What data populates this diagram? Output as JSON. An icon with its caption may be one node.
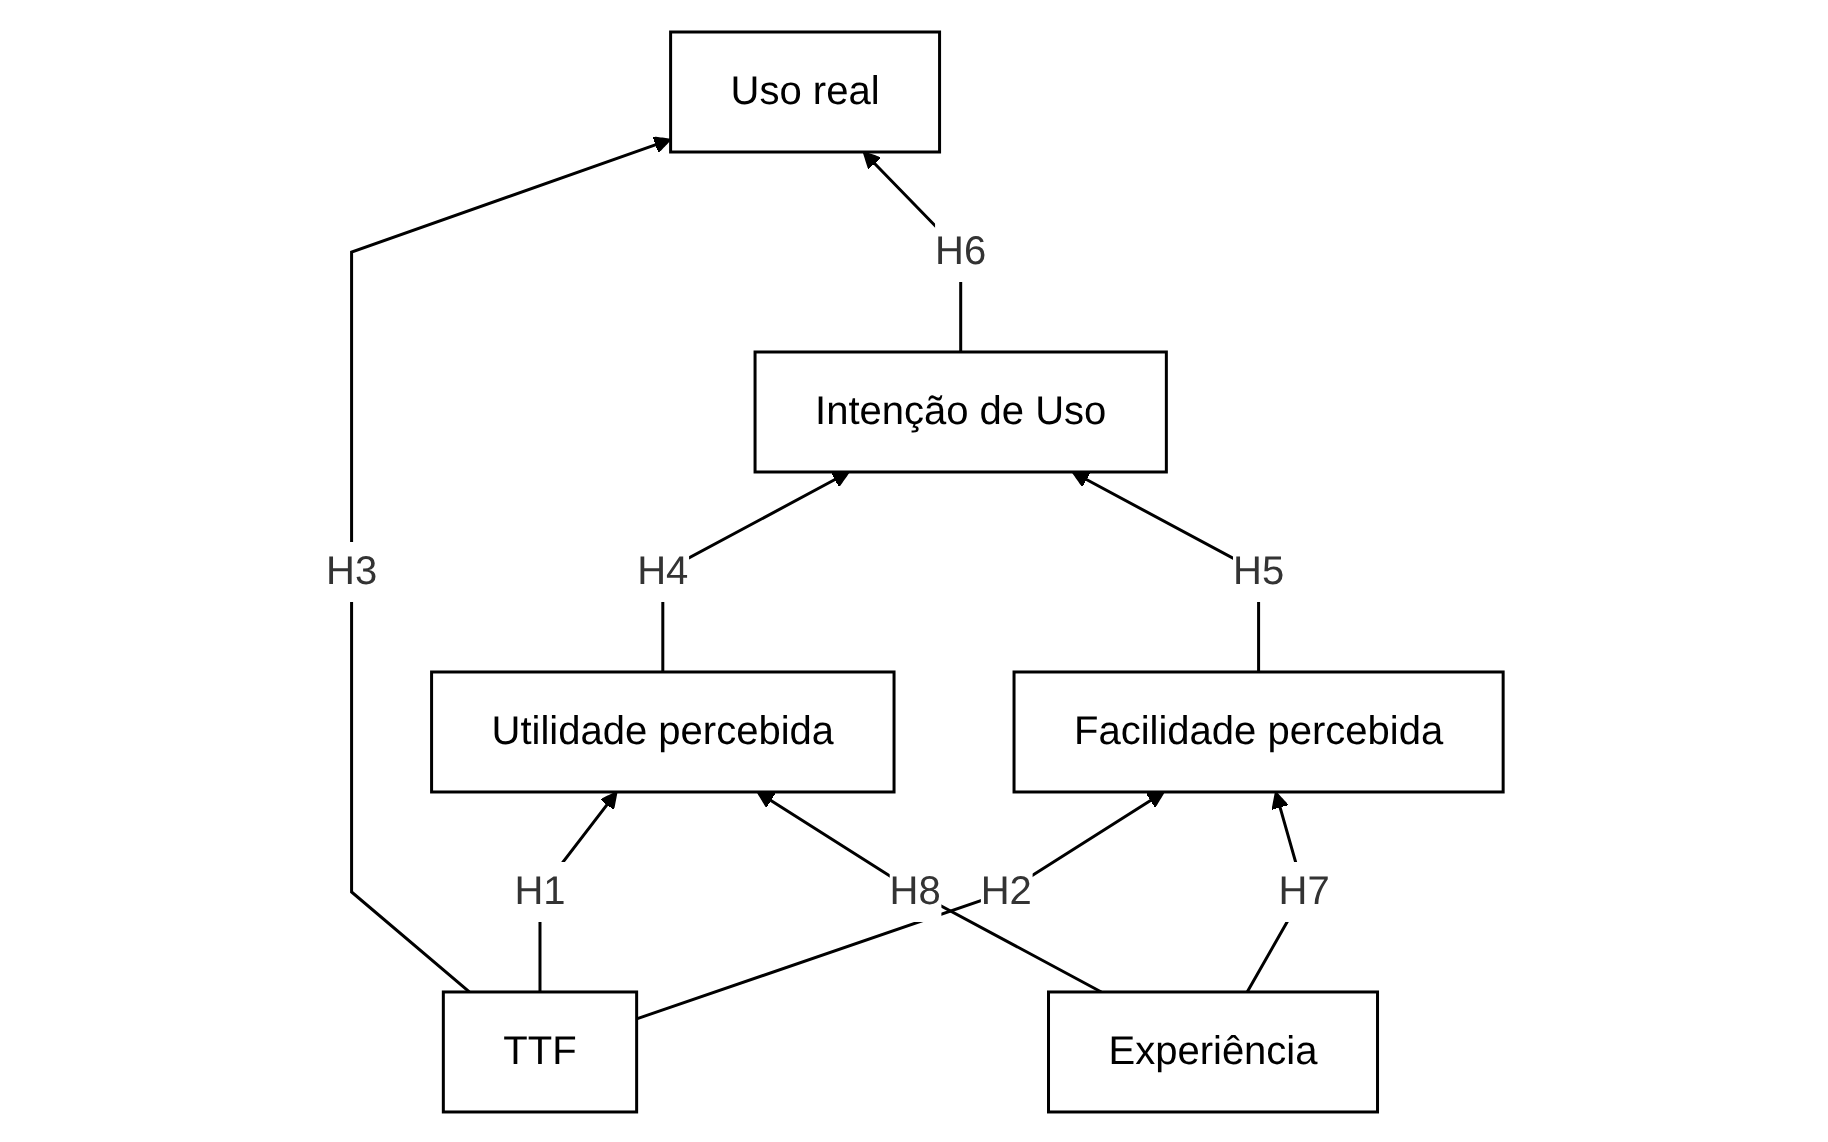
{
  "diagram": {
    "nodes": [
      {
        "text": [
          "Intenção de Uso"
        ]
      },
      {
        "text": [
          "Uso real"
        ]
      },
      {
        "text": [
          "Utilidade percebida"
        ]
      },
      {
        "text": [
          "Facilidade percebida"
        ]
      },
      {
        "text": [
          "TTF"
        ]
      },
      {
        "text": [
          "Experiência"
        ]
      }
    ],
    "edges": [
      {
        "from": 4,
        "to": 2,
        "arrow": "to",
        "label": "H1"
      },
      {
        "from": 4,
        "to": 3,
        "arrow": "to",
        "label": "H2"
      },
      {
        "from": 4,
        "to": 1,
        "arrow": "to",
        "label": "H3"
      },
      {
        "from": 2,
        "to": 0,
        "arrow": "to",
        "label": "H4"
      },
      {
        "from": 3,
        "to": 0,
        "arrow": "to",
        "label": "H5"
      },
      {
        "from": 0,
        "to": 1,
        "arrow": "to",
        "label": "H6"
      },
      {
        "from": 5,
        "to": 3,
        "arrow": "to",
        "label": "H7"
      },
      {
        "from": 5,
        "to": 2,
        "arrow": "to",
        "label": "H8"
      }
    ]
  }
}
